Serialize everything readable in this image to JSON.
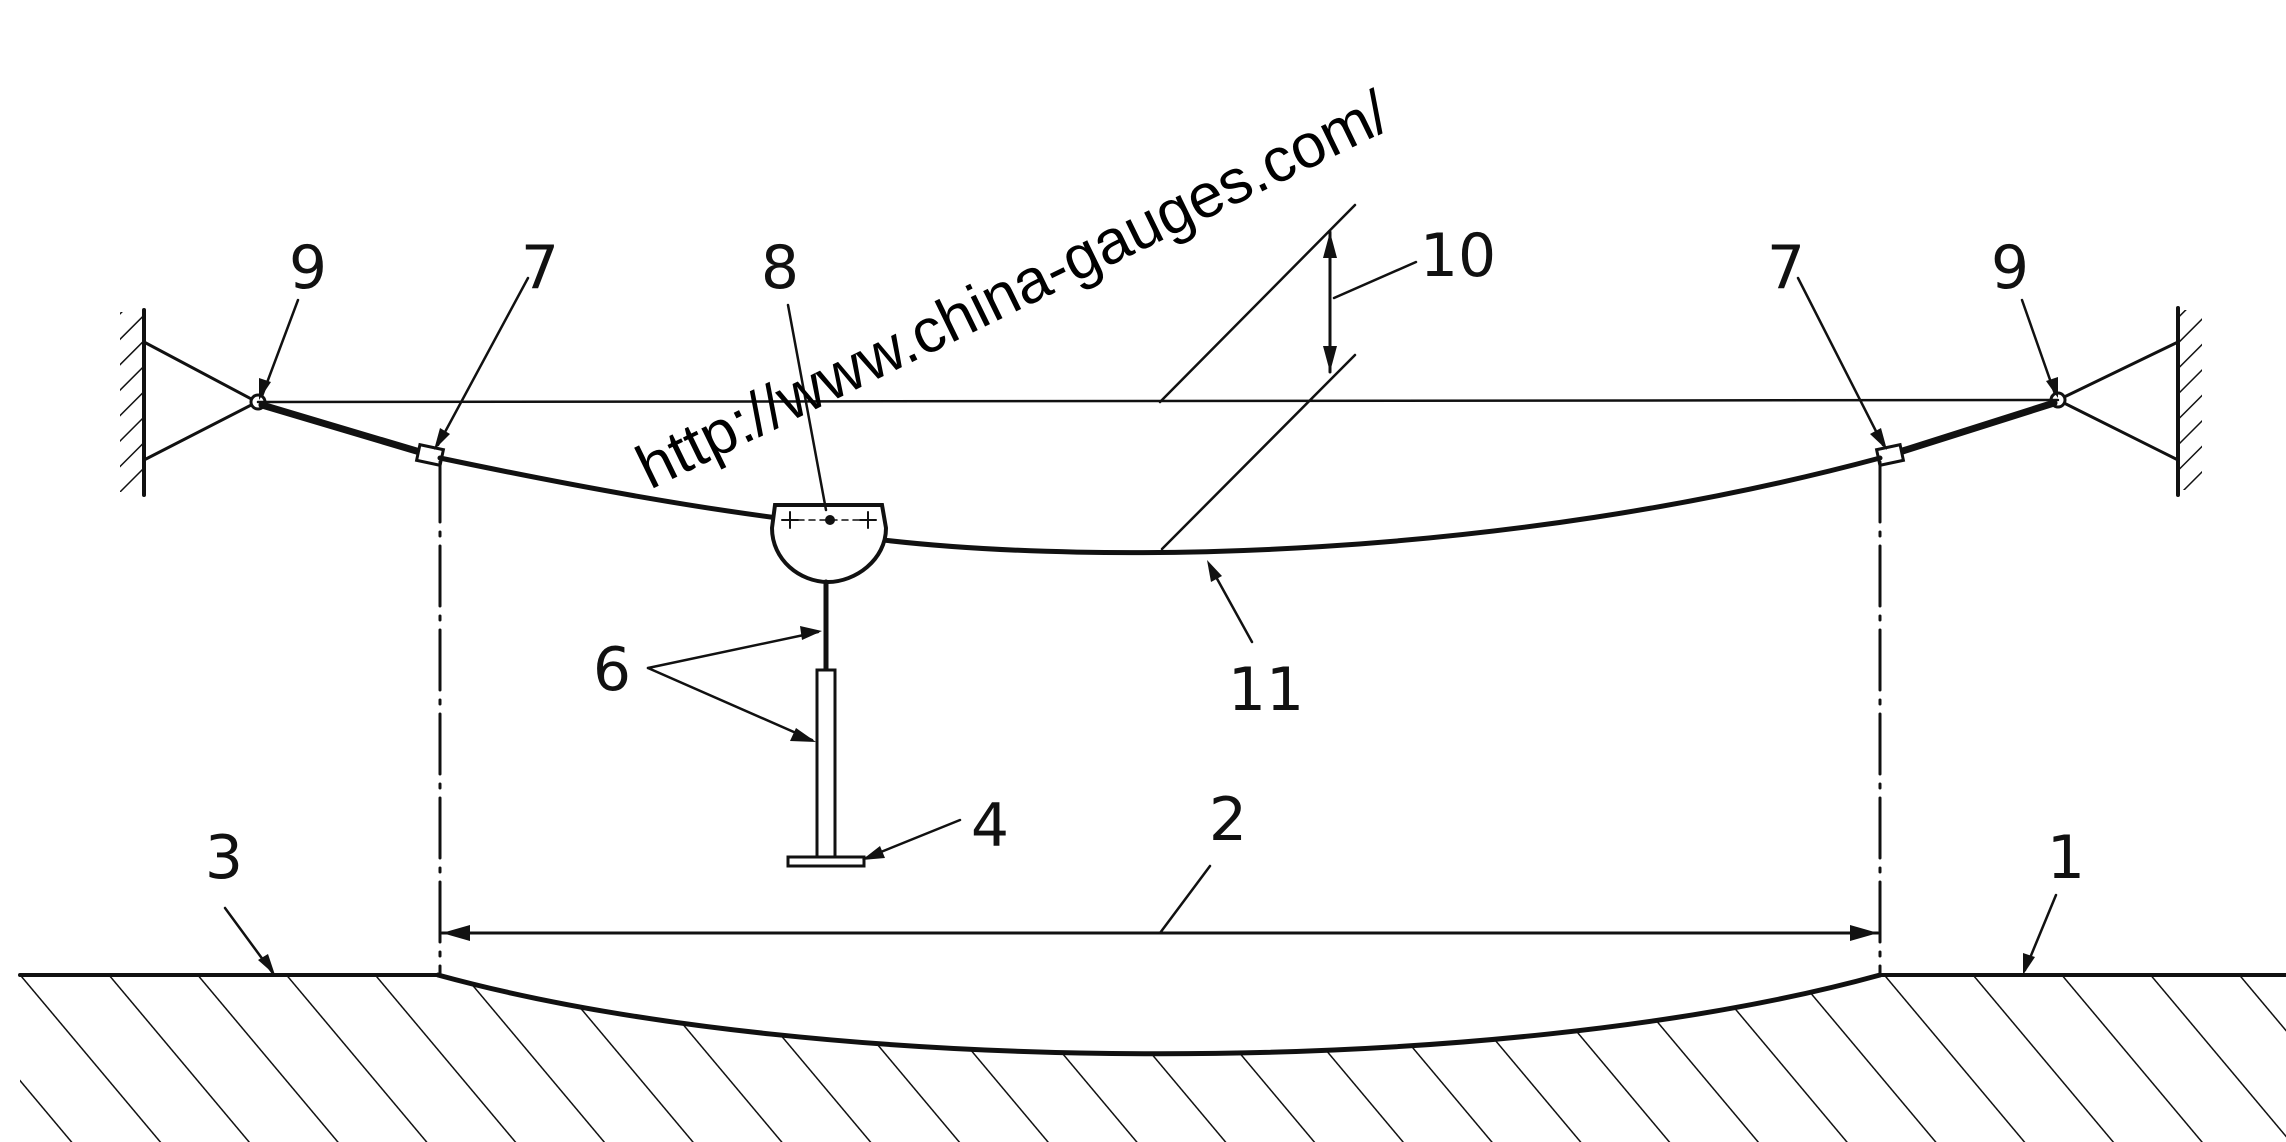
{
  "watermark": "http://www.china-gauges.com/",
  "labels": {
    "ground_right": "1",
    "span": "2",
    "ground_left": "3",
    "foot": "4",
    "probe": "6",
    "clamp_left": "7",
    "clamp_right": "7",
    "carriage": "8",
    "anchor_left": "9",
    "anchor_right": "9",
    "deflection": "10",
    "cord": "11"
  }
}
